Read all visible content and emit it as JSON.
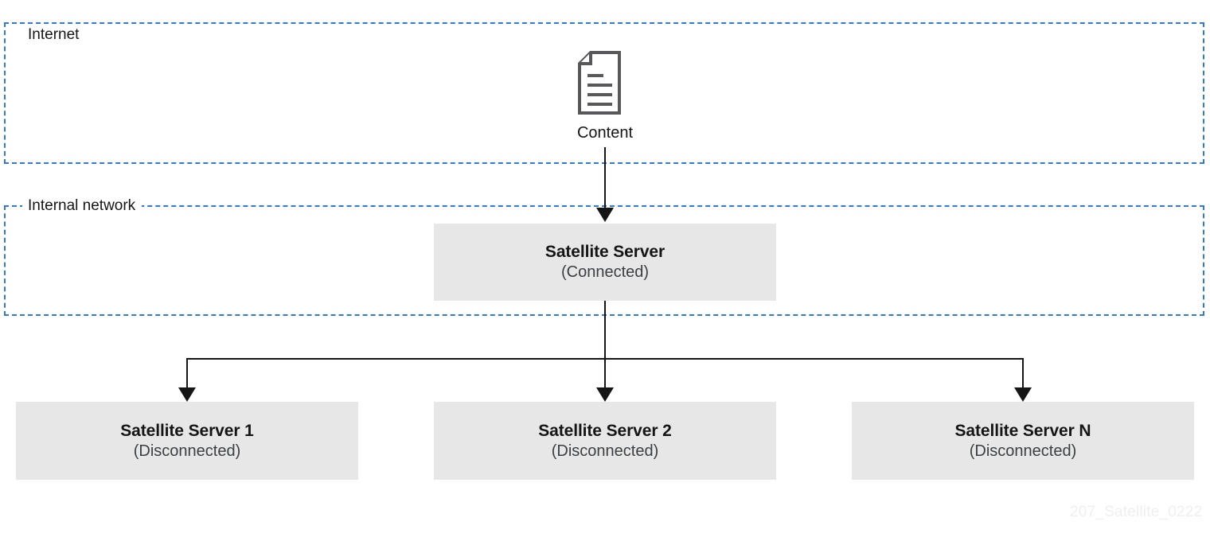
{
  "diagram": {
    "type": "architecture-flow",
    "zones": [
      {
        "id": "internet",
        "label": "Internet"
      },
      {
        "id": "internal-network",
        "label": "Internal network"
      }
    ],
    "content_node": {
      "icon": "document-icon",
      "label": "Content"
    },
    "connected_server": {
      "title": "Satellite Server",
      "status": "(Connected)"
    },
    "disconnected_servers": [
      {
        "title": "Satellite Server 1",
        "status": "(Disconnected)"
      },
      {
        "title": "Satellite Server 2",
        "status": "(Disconnected)"
      },
      {
        "title": "Satellite Server N",
        "status": "(Disconnected)"
      }
    ],
    "watermark": "207_Satellite_0222",
    "colors": {
      "zone_border": "#2f7bd2",
      "node_fill": "#e7e7e7",
      "connector": "#151515",
      "text": "#151515",
      "icon_stroke": "#58585a",
      "watermark": "#efefef"
    }
  }
}
